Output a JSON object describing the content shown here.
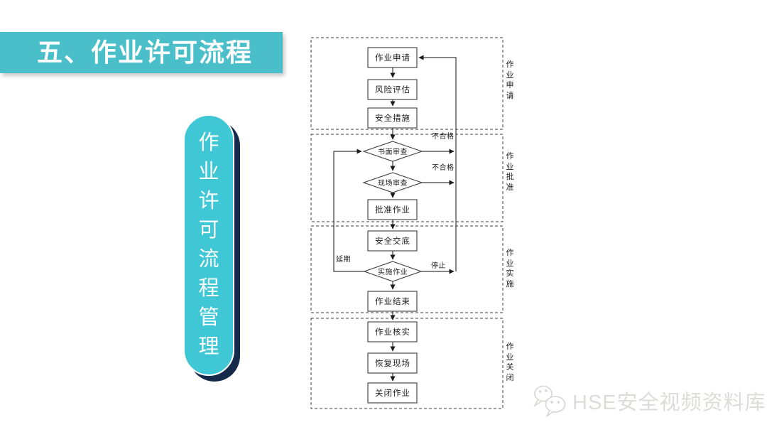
{
  "slide": {
    "title": "五、作业许可流程",
    "vertical_banner": "作业许可流程管理",
    "colors": {
      "banner_teal": "#4ABEC9",
      "capsule_cyan": "#3FC7D5",
      "capsule_shadow_navy": "#15294B",
      "line_color": "#3c3c3c",
      "watermark_gray": "#dedcda"
    }
  },
  "flowchart": {
    "boxes": {
      "apply": "作业申请",
      "risk": "风险评估",
      "safety": "安全措施",
      "written_review": "书面审查",
      "site_review": "现场审查",
      "approve": "批准作业",
      "briefing": "安全交底",
      "implement": "实施作业",
      "finish": "作业结束",
      "verify": "作业核实",
      "restore": "恢复现场",
      "close": "关闭作业"
    },
    "branches": {
      "unqualified1": "不合格",
      "unqualified2": "不合格",
      "postpone": "延期",
      "stop": "停止"
    },
    "section_labels": [
      "作业申请",
      "作业批准",
      "作业实施",
      "作业关闭"
    ]
  },
  "watermark": {
    "icon": "wechat-icon",
    "text": "HSE安全视频资料库"
  }
}
